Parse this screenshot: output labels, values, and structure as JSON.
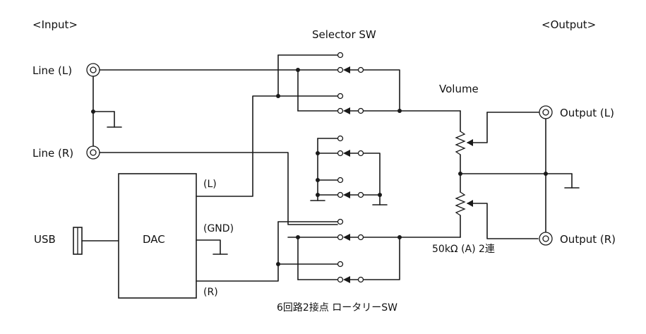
{
  "labels": {
    "input_header": "<Input>",
    "output_header": "<Output>",
    "selector_title": "Selector SW",
    "volume_title": "Volume",
    "line_l": "Line (L)",
    "line_r": "Line (R)",
    "usb": "USB",
    "dac": "DAC",
    "dac_l": "(L)",
    "dac_gnd": "(GND)",
    "dac_r": "(R)",
    "output_l": "Output (L)",
    "output_r": "Output (R)",
    "pot_spec": "50kΩ (A) 2連",
    "rotary_caption": "6回路2接点 ロータリーSW"
  },
  "colors": {
    "ink": "#1a1a1a",
    "background": "#ffffff"
  }
}
